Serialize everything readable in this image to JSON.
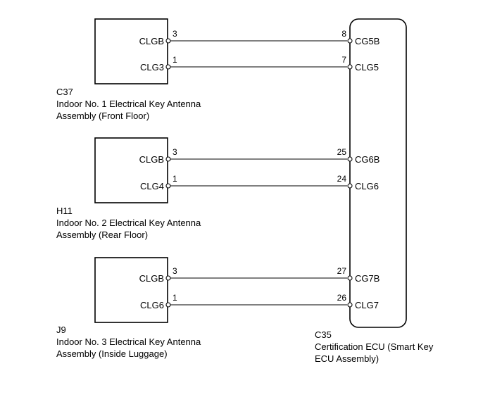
{
  "antennas": [
    {
      "code": "C37",
      "name_line1": "Indoor No. 1 Electrical Key Antenna",
      "name_line2": "Assembly (Front Floor)",
      "pins": [
        {
          "name": "CLGB",
          "num": "3"
        },
        {
          "name": "CLG3",
          "num": "1"
        }
      ]
    },
    {
      "code": "H11",
      "name_line1": "Indoor No. 2 Electrical Key Antenna",
      "name_line2": "Assembly (Rear Floor)",
      "pins": [
        {
          "name": "CLGB",
          "num": "3"
        },
        {
          "name": "CLG4",
          "num": "1"
        }
      ]
    },
    {
      "code": "J9",
      "name_line1": "Indoor No. 3 Electrical Key Antenna",
      "name_line2": "Assembly (Inside Luggage)",
      "pins": [
        {
          "name": "CLGB",
          "num": "3"
        },
        {
          "name": "CLG6",
          "num": "1"
        }
      ]
    }
  ],
  "ecu": {
    "code": "C35",
    "name_line1": "Certification ECU (Smart Key",
    "name_line2": "ECU Assembly)",
    "pins": [
      {
        "name": "CG5B",
        "num": "8"
      },
      {
        "name": "CLG5",
        "num": "7"
      },
      {
        "name": "CG6B",
        "num": "25"
      },
      {
        "name": "CLG6",
        "num": "24"
      },
      {
        "name": "CG7B",
        "num": "27"
      },
      {
        "name": "CLG7",
        "num": "26"
      }
    ]
  }
}
